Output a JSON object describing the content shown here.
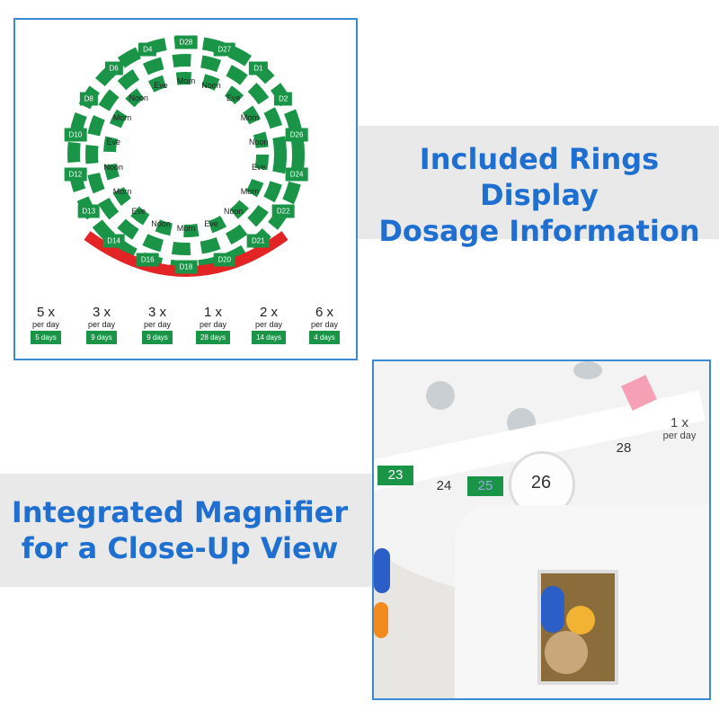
{
  "top": {
    "headline_line1": "Included Rings Display",
    "headline_line2": "Dosage Information",
    "ring_labels": {
      "five": {
        "count": "5 x",
        "unit": "per day",
        "days": "5 days"
      },
      "three_a": {
        "count": "3 x",
        "unit": "per day",
        "days": "9 days"
      },
      "three_b": {
        "count": "3 x",
        "unit": "per day",
        "days": "9 days"
      },
      "one": {
        "count": "1 x",
        "unit": "per day",
        "days": "28 days"
      },
      "two": {
        "count": "2 x",
        "unit": "per day",
        "days": "14 days"
      },
      "six": {
        "count": "6 x",
        "unit": "per day",
        "days": "4 days"
      }
    },
    "day_labels": [
      "D28",
      "D27",
      "D1",
      "D2",
      "D26",
      "D24",
      "D22",
      "D21",
      "D20",
      "D18",
      "D16",
      "D14",
      "D13",
      "D12",
      "D10",
      "D8",
      "D6",
      "D4"
    ],
    "time_labels": [
      "Morn",
      "Noon",
      "Eve"
    ]
  },
  "bottom": {
    "headline_line1": "Integrated Magnifier",
    "headline_line2": "for a Close-Up View",
    "photo_numbers": [
      "23",
      "24",
      "25",
      "26",
      "28"
    ],
    "photo_dose": "1 x",
    "photo_dose_unit": "per day"
  },
  "colors": {
    "accent": "#1f6fd1",
    "ring_green": "#1a9447",
    "ring_red": "#e32424",
    "band": "#e9e9e9"
  }
}
